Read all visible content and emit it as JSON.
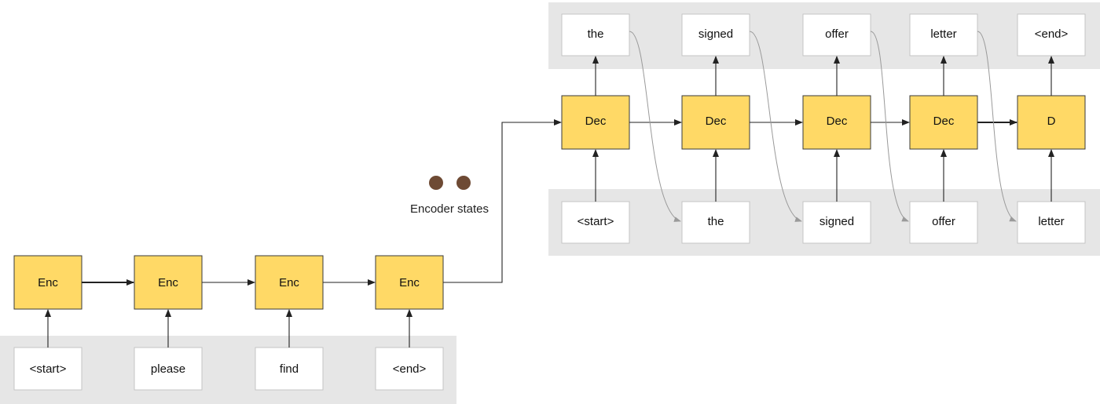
{
  "encoder": {
    "cells": [
      "Enc",
      "Enc",
      "Enc",
      "Enc"
    ],
    "inputs": [
      "<start>",
      "please",
      "find",
      "<end>"
    ]
  },
  "state_caption": "Encoder states",
  "decoder": {
    "cells": [
      "Dec",
      "Dec",
      "Dec",
      "Dec",
      "D"
    ],
    "inputs": [
      "<start>",
      "the",
      "signed",
      "offer",
      "letter"
    ],
    "outputs": [
      "the",
      "signed",
      "offer",
      "letter",
      "<end>"
    ]
  },
  "colors": {
    "cell_fill": "#ffd966",
    "band": "#e6e6e6",
    "state_dot": "#6e4a34"
  }
}
